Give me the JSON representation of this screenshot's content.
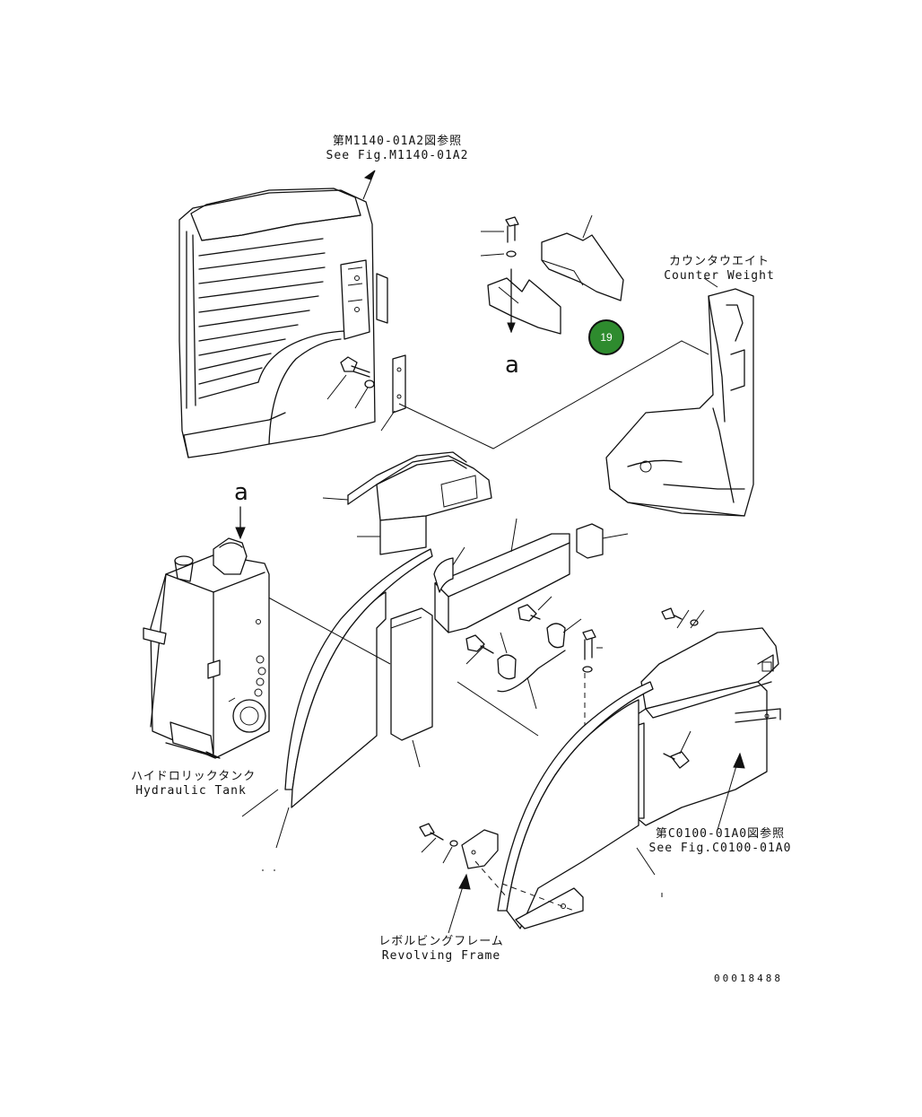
{
  "labels": {
    "rear_cover": {
      "jp": "第M1140-01A2図参照",
      "en": "See Fig.M1140-01A2"
    },
    "counterweight": {
      "jp": "カウンタウエイト",
      "en": "Counter Weight"
    },
    "hydraulic_tank": {
      "jp": "ハイドロリックタンク",
      "en": "Hydraulic Tank"
    },
    "cover_ref": {
      "jp": "第C0100-01A0図参照",
      "en": "See Fig.C0100-01A0"
    },
    "revolving_frame": {
      "jp": "レボルビングフレーム",
      "en": "Revolving Frame"
    }
  },
  "letters": {
    "view_a_top": "a",
    "view_a_tank": "a"
  },
  "callout": {
    "number": "19",
    "color": "#2e8b2e"
  },
  "drawing_number": "00018488"
}
